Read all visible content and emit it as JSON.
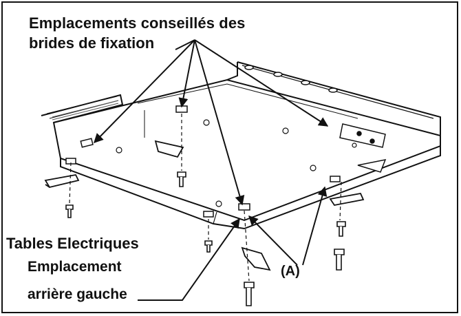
{
  "labels": {
    "title_line1": "Emplacements conseillés des",
    "title_line2": "brides de fixation",
    "section": "Tables Electriques",
    "location_line1": "Emplacement",
    "location_line2": "arrière gauche",
    "callout_a": "(A)"
  },
  "colors": {
    "ink": "#111111",
    "paper": "#ffffff",
    "shade": "#555555"
  },
  "icons": {
    "screw": "screw-icon",
    "bracket": "bracket-clip-icon"
  }
}
